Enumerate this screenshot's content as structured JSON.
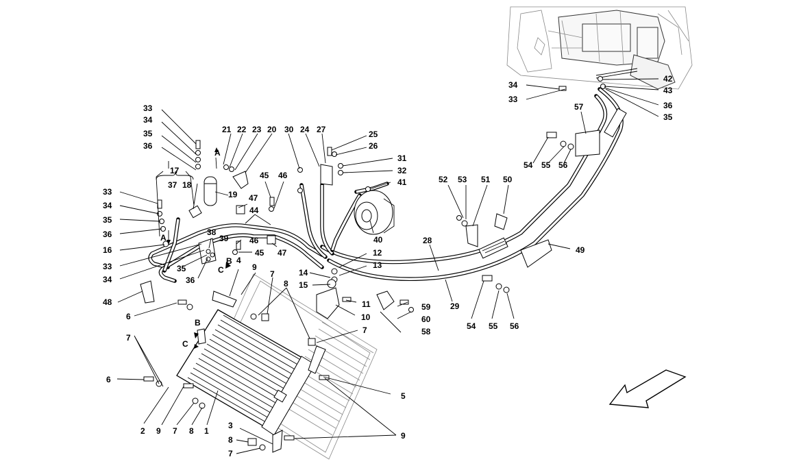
{
  "diagram": {
    "labels": [
      "1",
      "2",
      "3",
      "4",
      "5",
      "6",
      "7",
      "8",
      "9",
      "10",
      "11",
      "12",
      "13",
      "14",
      "15",
      "16",
      "17",
      "18",
      "19",
      "20",
      "21",
      "22",
      "23",
      "24",
      "25",
      "26",
      "27",
      "28",
      "29",
      "30",
      "31",
      "32",
      "33",
      "34",
      "35",
      "36",
      "37",
      "38",
      "39",
      "40",
      "41",
      "42",
      "43",
      "44",
      "45",
      "46",
      "47",
      "48",
      "49",
      "50",
      "51",
      "52",
      "53",
      "54",
      "55",
      "56",
      "57",
      "58",
      "59",
      "60",
      "A",
      "B",
      "C"
    ]
  }
}
